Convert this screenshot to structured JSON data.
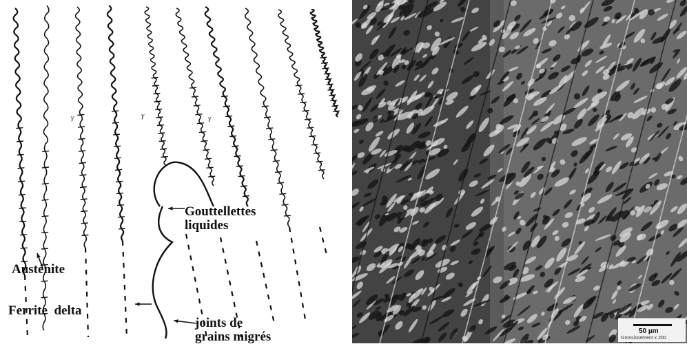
{
  "schematic": {
    "labels": {
      "gouttelettes": "Gouttellettes\nliquides",
      "austenite": "Austénite",
      "ferrite": "Ferrite  delta",
      "joints": "joints de\ngrains migrés"
    },
    "phase_symbols": [
      "γ",
      "γ",
      "γ"
    ]
  },
  "micrograph": {
    "scale_label": "50 µm",
    "caption": "Grossissement x 200"
  },
  "colors": {
    "ink": "#111111",
    "background": "#ffffff",
    "micrograph_base": "#5b5b5b"
  }
}
